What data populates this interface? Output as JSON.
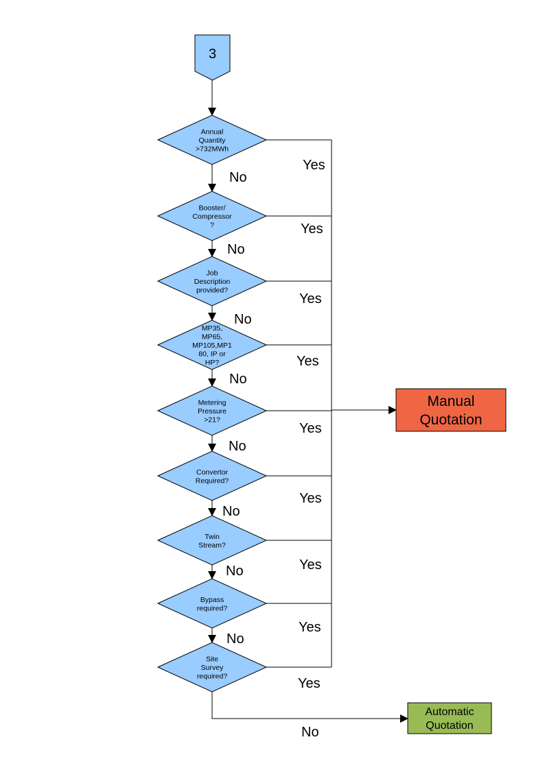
{
  "colors": {
    "decision_fill": "#99ccff",
    "manual_fill": "#ee6644",
    "automatic_fill": "#99bb55",
    "line": "#000000"
  },
  "start": {
    "label": "3"
  },
  "decisions": [
    {
      "lines": [
        "Annual",
        "Quantity",
        ">732MWh"
      ],
      "yes": "Yes",
      "no": "No"
    },
    {
      "lines": [
        "Booster/",
        "Compressor",
        "?"
      ],
      "yes": "Yes",
      "no": "No"
    },
    {
      "lines": [
        "Job",
        "Description",
        "provided?"
      ],
      "yes": "Yes",
      "no": "No"
    },
    {
      "lines": [
        "MP35,",
        "MP65,",
        "MP105,MP1",
        "80, IP or",
        "HP?"
      ],
      "yes": "Yes",
      "no": "No"
    },
    {
      "lines": [
        "Metering",
        "Pressure",
        ">21?"
      ],
      "yes": "Yes",
      "no": "No"
    },
    {
      "lines": [
        "Convertor",
        "Required?"
      ],
      "yes": "Yes",
      "no": "No"
    },
    {
      "lines": [
        "Twin",
        "Stream?"
      ],
      "yes": "Yes",
      "no": "No"
    },
    {
      "lines": [
        "Bypass",
        "required?"
      ],
      "yes": "Yes",
      "no": "No"
    },
    {
      "lines": [
        "Site",
        "Survey",
        "required?"
      ],
      "yes": "Yes",
      "no": "No"
    }
  ],
  "outcomes": {
    "manual": {
      "lines": [
        "Manual",
        "Quotation"
      ]
    },
    "automatic": {
      "lines": [
        "Automatic",
        "Quotation"
      ]
    }
  }
}
